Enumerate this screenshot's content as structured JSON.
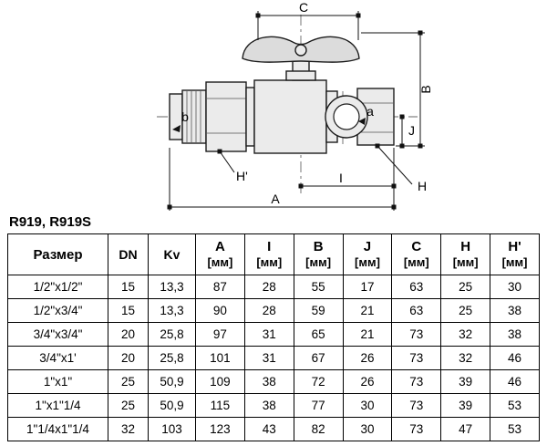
{
  "title": "R919, R919S",
  "drawing": {
    "dim_c": "C",
    "dim_b": "B",
    "dim_a": "A",
    "dim_i": "I",
    "dim_j": "J",
    "dim_h": "H",
    "dim_h_prime": "H'",
    "port_a": "a",
    "port_b": "b"
  },
  "table": {
    "headers": {
      "size": "Размер",
      "dn": "DN",
      "kv": "Kv",
      "unit": "[мм]",
      "dims": [
        "A",
        "I",
        "B",
        "J",
        "C",
        "H",
        "H'"
      ]
    },
    "rows": [
      [
        "1/2\"x1/2\"",
        "15",
        "13,3",
        "87",
        "28",
        "55",
        "17",
        "63",
        "25",
        "30"
      ],
      [
        "1/2\"x3/4\"",
        "15",
        "13,3",
        "90",
        "28",
        "59",
        "21",
        "63",
        "25",
        "38"
      ],
      [
        "3/4\"x3/4\"",
        "20",
        "25,8",
        "97",
        "31",
        "65",
        "21",
        "73",
        "32",
        "38"
      ],
      [
        "3/4\"x1'",
        "20",
        "25,8",
        "101",
        "31",
        "67",
        "26",
        "73",
        "32",
        "46"
      ],
      [
        "1\"x1\"",
        "25",
        "50,9",
        "109",
        "38",
        "72",
        "26",
        "73",
        "39",
        "46"
      ],
      [
        "1\"x1\"1/4",
        "25",
        "50,9",
        "115",
        "38",
        "77",
        "30",
        "73",
        "39",
        "53"
      ],
      [
        "1\"1/4x1\"1/4",
        "32",
        "103",
        "123",
        "43",
        "82",
        "30",
        "73",
        "47",
        "53"
      ]
    ]
  }
}
